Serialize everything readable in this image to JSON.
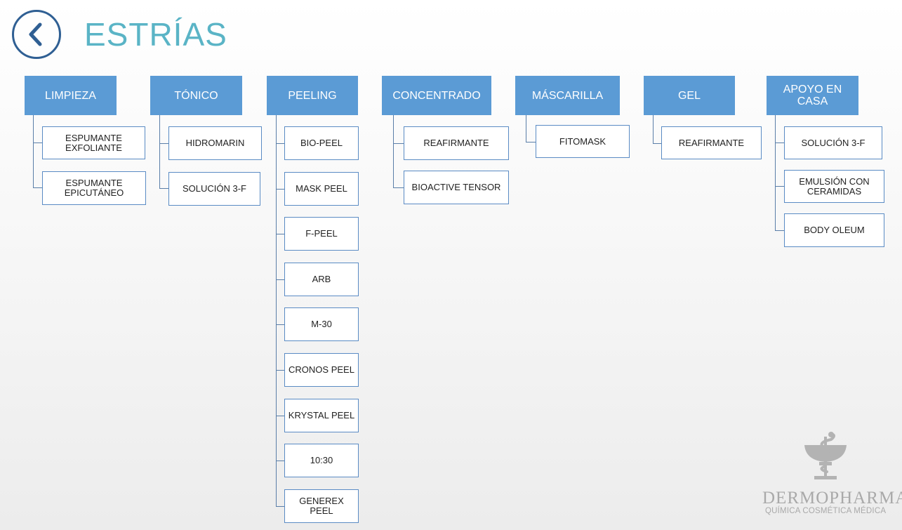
{
  "page": {
    "title": "ESTRÍAS"
  },
  "icons": {
    "back": "chevron-left-icon",
    "logo": "caduceus-icon"
  },
  "colors": {
    "title": "#5ab4c6",
    "header_bg": "#5b9bd5",
    "back_ring": "#2f5f93",
    "box_border": "#5a8bc4",
    "logo_grey": "#a9a9a9"
  },
  "columns": [
    {
      "header": "LIMPIEZA",
      "items": [
        "ESPUMANTE EXFOLIANTE",
        "ESPUMANTE EPICUTÁNEO"
      ]
    },
    {
      "header": "TÓNICO",
      "items": [
        "HIDROMARIN",
        "SOLUCIÓN 3-F"
      ]
    },
    {
      "header": "PEELING",
      "items": [
        "BIO-PEEL",
        "MASK PEEL",
        "F-PEEL",
        "ARB",
        "M-30",
        "CRONOS PEEL",
        "KRYSTAL PEEL",
        "10:30",
        "GENEREX PEEL"
      ]
    },
    {
      "header": "CONCENTRADO",
      "items": [
        "REAFIRMANTE",
        "BIOACTIVE TENSOR"
      ]
    },
    {
      "header": "MÁSCARILLA",
      "items": [
        "FITOMASK"
      ]
    },
    {
      "header": "GEL",
      "items": [
        "REAFIRMANTE"
      ]
    },
    {
      "header": "APOYO EN CASA",
      "items": [
        "SOLUCIÓN 3-F",
        "EMULSIÓN CON CERAMIDAS",
        "BODY OLEUM"
      ]
    }
  ],
  "logo": {
    "brand": "DERMOPHARMA",
    "registered": "®",
    "tagline": "QUÍMICA COSMÉTICA MÉDICA"
  }
}
